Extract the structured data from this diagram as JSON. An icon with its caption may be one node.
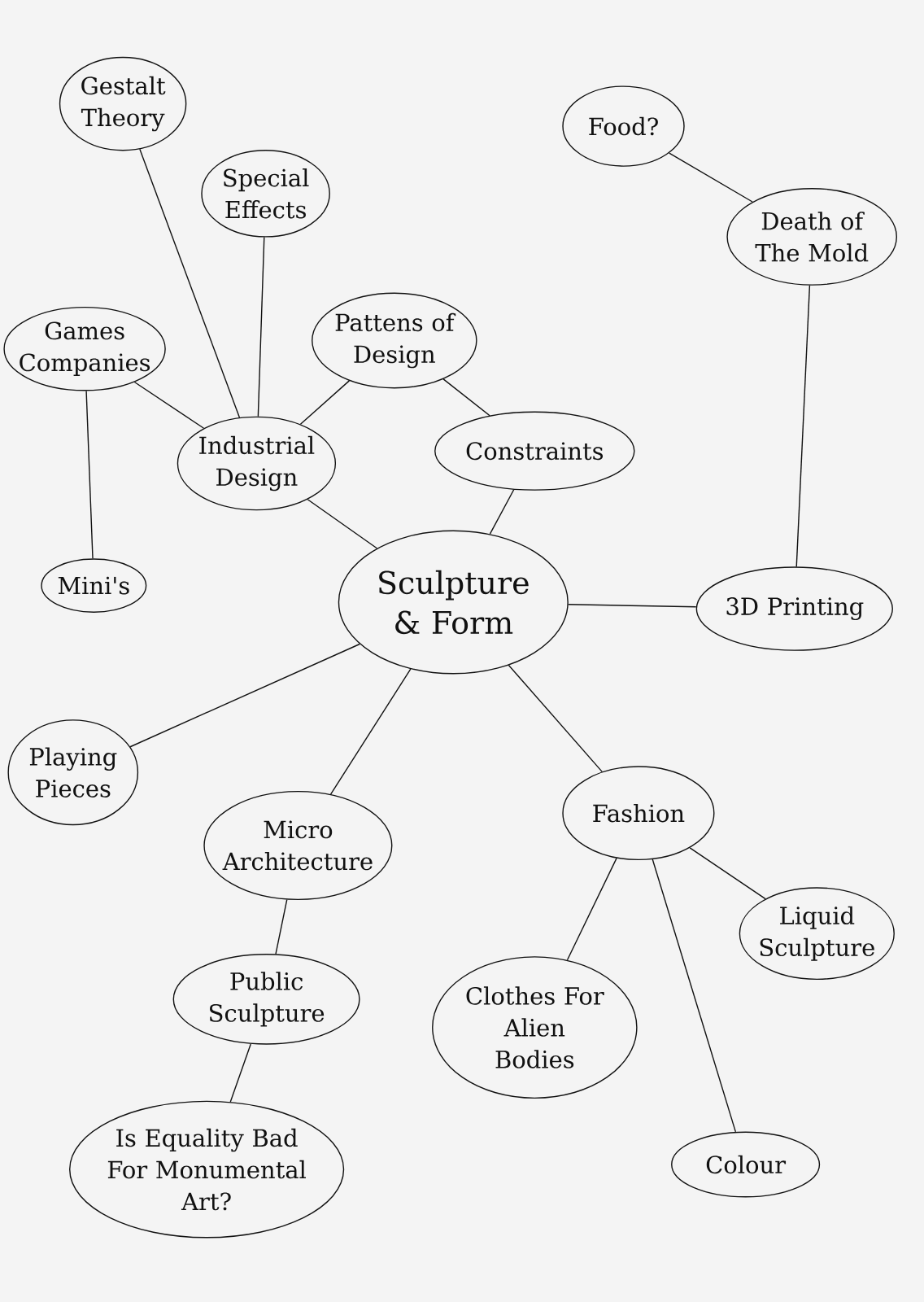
{
  "diagram": {
    "nodes": [
      {
        "text": [
          "Sculpture & Form"
        ]
      },
      {
        "text": [
          "Gestalt Theory"
        ]
      },
      {
        "text": [
          "Special Effects"
        ]
      },
      {
        "text": [
          "Games Companies"
        ]
      },
      {
        "text": [
          "Pattens of Design"
        ]
      },
      {
        "text": [
          "Industrial Design"
        ]
      },
      {
        "text": [
          "Constraints"
        ]
      },
      {
        "text": [
          "Mini's"
        ]
      },
      {
        "text": [
          "Food?"
        ]
      },
      {
        "text": [
          "Death of The Mold"
        ]
      },
      {
        "text": [
          "3D Printing"
        ]
      },
      {
        "text": [
          "Playing Pieces"
        ]
      },
      {
        "text": [
          "Micro Architecture"
        ]
      },
      {
        "text": [
          "Fashion"
        ]
      },
      {
        "text": [
          "Liquid Sculpture"
        ]
      },
      {
        "text": [
          "Public Sculpture"
        ]
      },
      {
        "text": [
          "Clothes For Alien Bodies"
        ]
      },
      {
        "text": [
          "Is Equality Bad For Monumental Art?"
        ]
      },
      {
        "text": [
          "Colour"
        ]
      }
    ],
    "edges": [
      {
        "from": 1,
        "to": 5,
        "arrow": "none"
      },
      {
        "from": 2,
        "to": 5,
        "arrow": "none"
      },
      {
        "from": 4,
        "to": 5,
        "arrow": "none"
      },
      {
        "from": 3,
        "to": 5,
        "arrow": "none"
      },
      {
        "from": 3,
        "to": 7,
        "arrow": "none"
      },
      {
        "from": 4,
        "to": 6,
        "arrow": "none"
      },
      {
        "from": 5,
        "to": 0,
        "arrow": "none"
      },
      {
        "from": 6,
        "to": 0,
        "arrow": "none"
      },
      {
        "from": 8,
        "to": 9,
        "arrow": "none"
      },
      {
        "from": 9,
        "to": 10,
        "arrow": "none"
      },
      {
        "from": 0,
        "to": 10,
        "arrow": "none"
      },
      {
        "from": 0,
        "to": 11,
        "arrow": "none"
      },
      {
        "from": 0,
        "to": 12,
        "arrow": "none"
      },
      {
        "from": 0,
        "to": 13,
        "arrow": "none"
      },
      {
        "from": 12,
        "to": 15,
        "arrow": "none"
      },
      {
        "from": 15,
        "to": 17,
        "arrow": "none"
      },
      {
        "from": 13,
        "to": 16,
        "arrow": "none"
      },
      {
        "from": 13,
        "to": 18,
        "arrow": "none"
      },
      {
        "from": 13,
        "to": 14,
        "arrow": "none"
      }
    ]
  }
}
